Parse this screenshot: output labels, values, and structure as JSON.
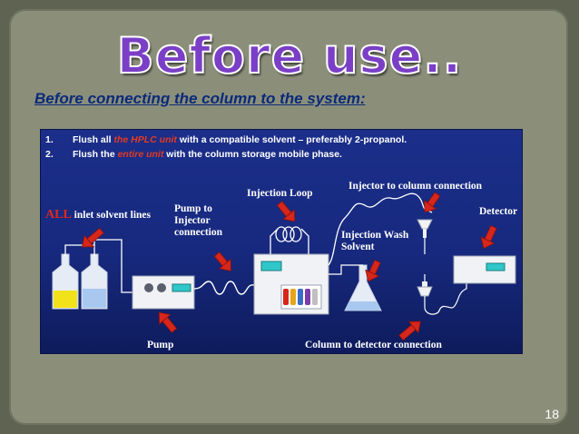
{
  "slide": {
    "title": "Before use..",
    "subtitle": "Before connecting the column to the system:",
    "page_number": "18"
  },
  "steps": [
    {
      "num": "1.",
      "pre": "Flush all ",
      "highlight": "the HPLC unit",
      "post": " with a compatible solvent – preferably 2-propanol."
    },
    {
      "num": "2.",
      "pre": "Flush the ",
      "highlight": "entire unit",
      "post": " with the column storage mobile phase."
    }
  ],
  "labels": {
    "all": "ALL",
    "inlet": "inlet solvent lines",
    "pump_to_injector_1": "Pump to",
    "pump_to_injector_2": "Injector",
    "pump_to_injector_3": "connection",
    "injection_loop": "Injection Loop",
    "injector_to_column": "Injector to column connection",
    "detector": "Detector",
    "injection_wash_1": "Injection Wash",
    "injection_wash_2": "Solvent",
    "pump": "Pump",
    "column_to_detector": "Column to detector connection"
  },
  "colors": {
    "panel": "#1b2e8a",
    "arrow": "#d7261b",
    "title": "#7a3fc6",
    "subtitle": "#0a2a7a",
    "highlight": "#e23a22"
  }
}
